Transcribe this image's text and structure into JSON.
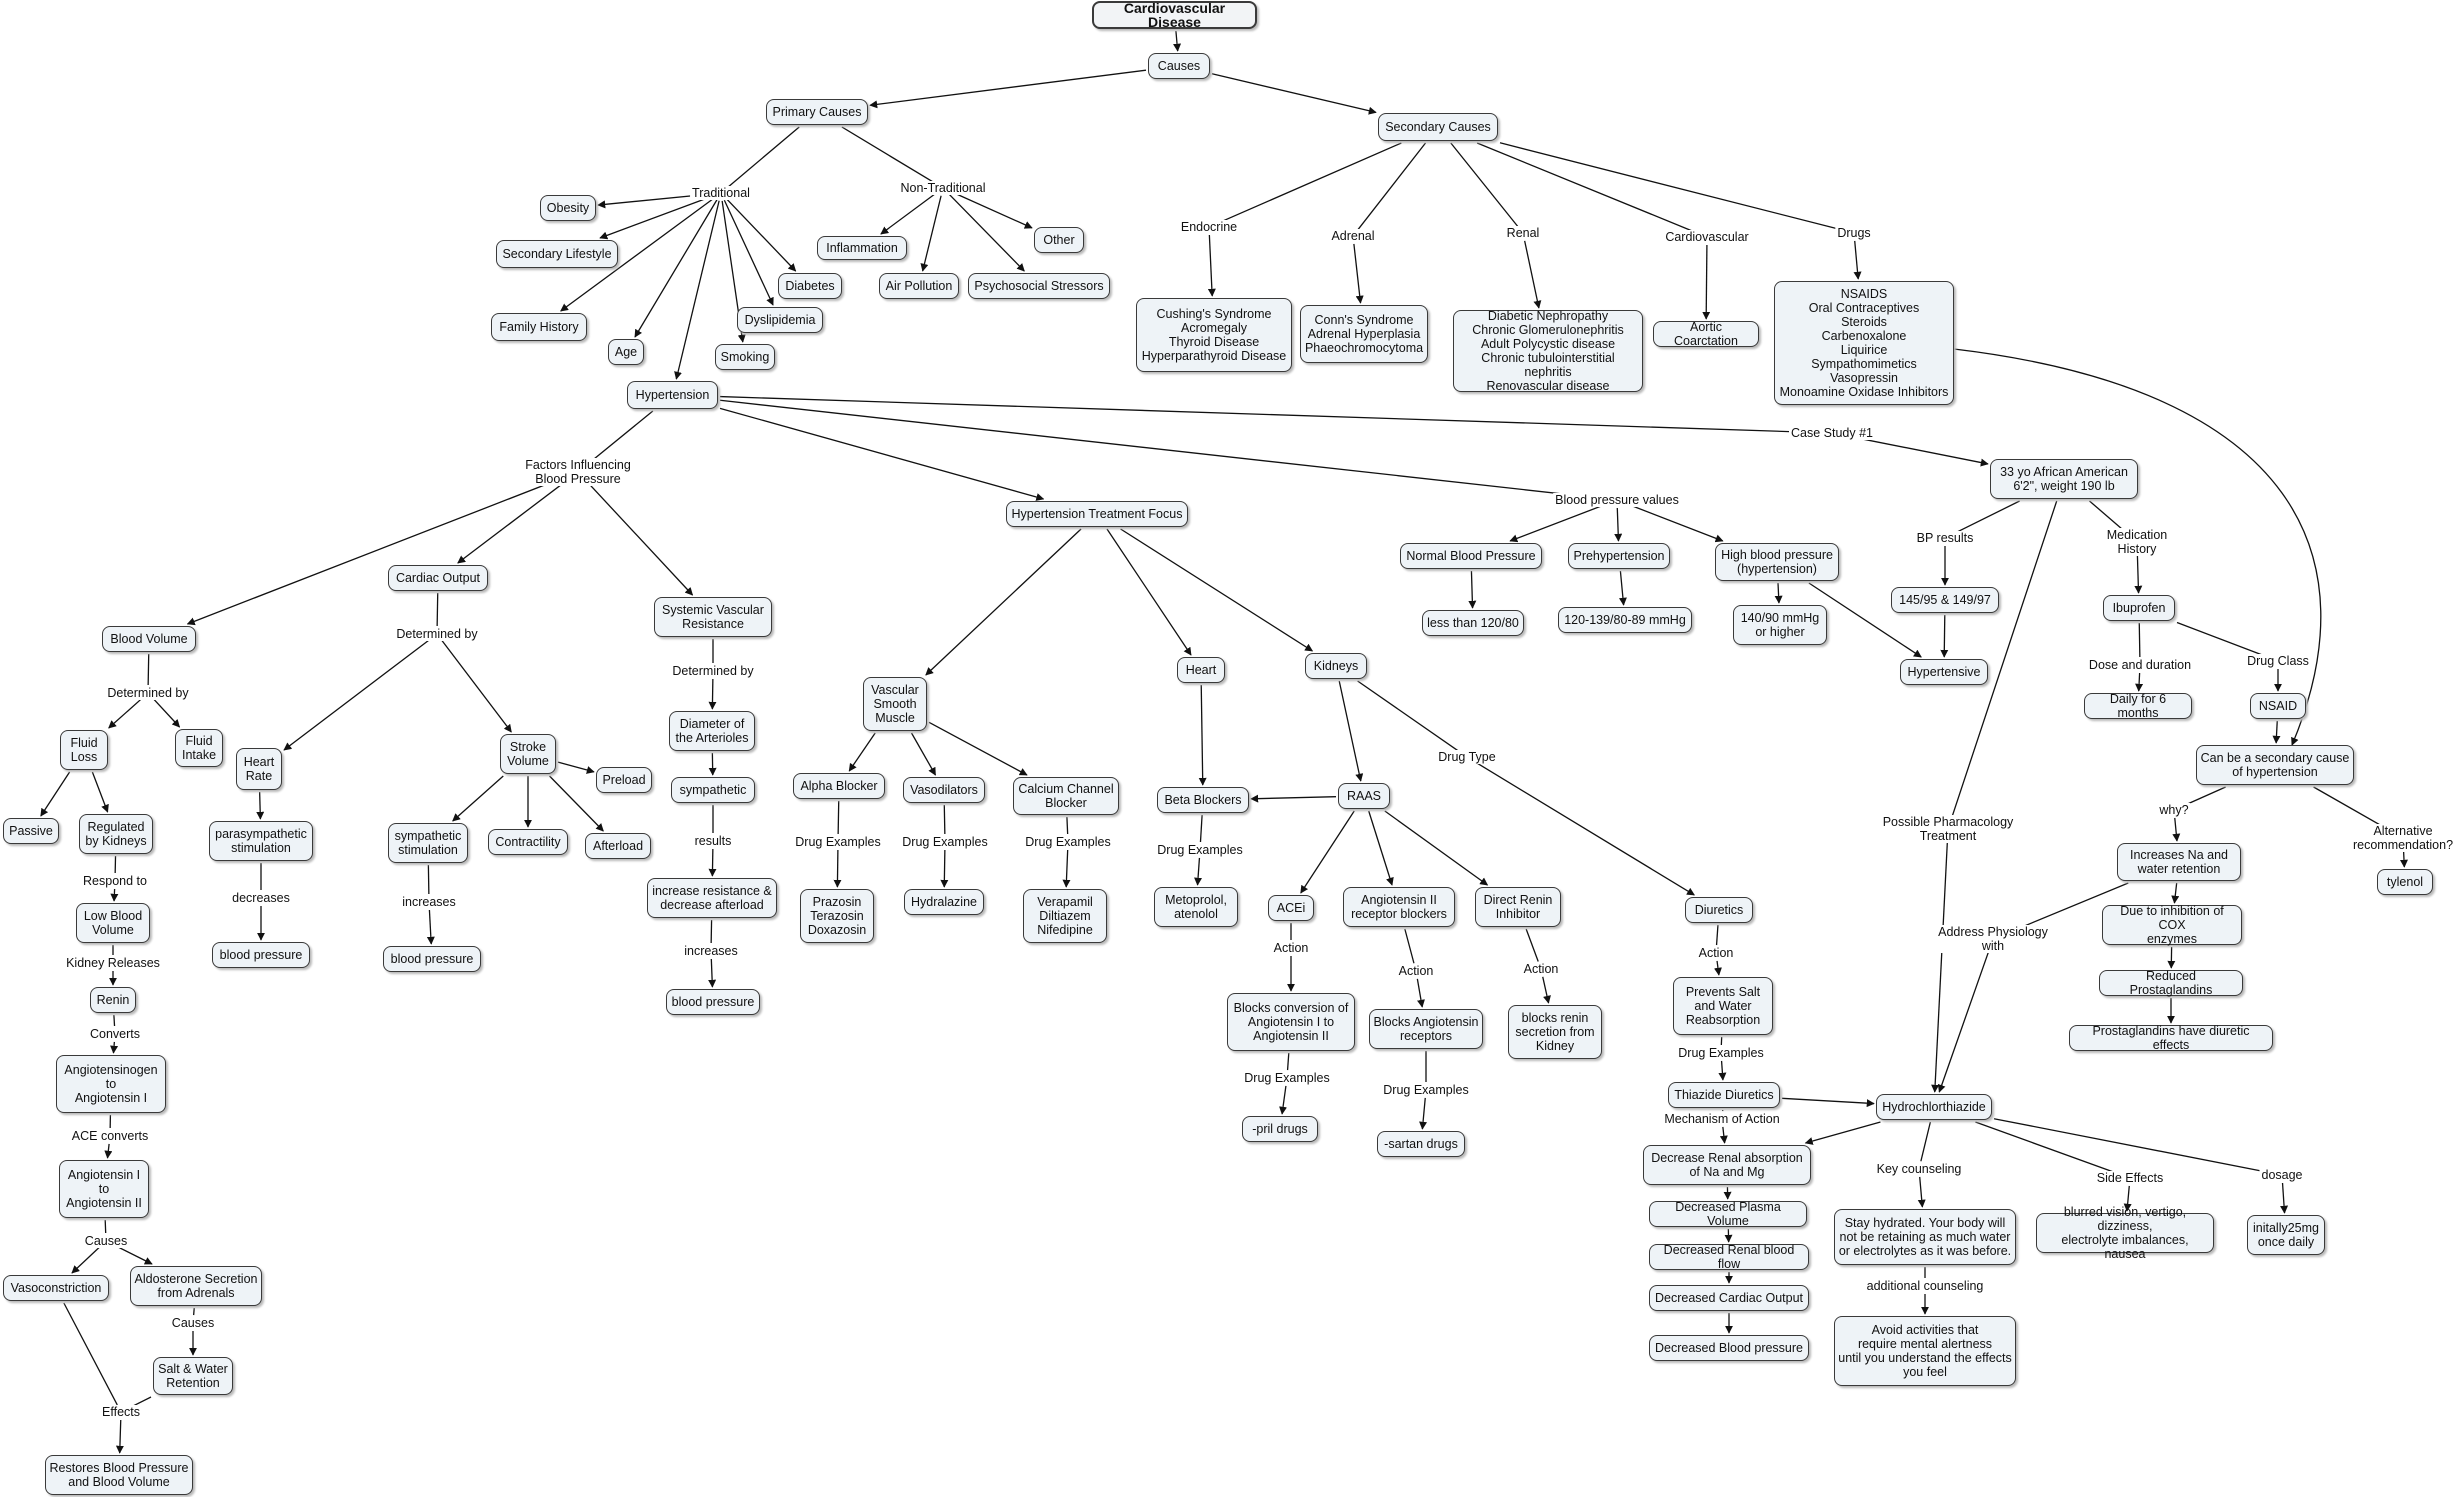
{
  "map_title": "Cardiovascular Disease",
  "concepts": {
    "root": "Cardiovascular Disease",
    "causes": "Causes",
    "primary": "Primary Causes",
    "secondary": "Secondary Causes",
    "obesity": "Obesity",
    "sedentary": "Secondary Lifestyle",
    "family": "Family History",
    "age": "Age",
    "smoking": "Smoking",
    "diabetes": "Diabetes",
    "dyslipidemia": "Dyslipidemia",
    "inflammation": "Inflammation",
    "airpollution": "Air Pollution",
    "psychosocial": "Psychosocial Stressors",
    "other": "Other",
    "cushings": "Cushing's Syndrome\nAcromegaly\nThyroid Disease\nHyperparathyroid Disease",
    "conns": "Conn's Syndrome\nAdrenal Hyperplasia\nPhaeochromocytoma",
    "renaldx": "Diabetic Nephropathy\nChronic Glomerulonephritis\nAdult Polycystic disease\nChronic tubulointerstitial nephritis\nRenovascular disease",
    "aortic": "Aortic Coarctation",
    "nsaids": "NSAIDS\nOral Contraceptives\nSteroids\nCarbenoxalone\nLiquirice\nSympathomimetics\nVasopressin\nMonoamine Oxidase Inhibitors",
    "hypertension": "Hypertension",
    "bloodvolume": "Blood Volume",
    "cardiacoutput": "Cardiac Output",
    "svr": "Systemic Vascular\nResistance",
    "htfocus": "Hypertension Treatment Focus",
    "normalbp": "Normal Blood Pressure",
    "prehtn": "Prehypertension",
    "highbp": "High blood pressure\n(hypertension)",
    "lt120": "less than 120/80",
    "range120": "120-139/80-89 mmHg",
    "gt140": "140/90 mmHg\nor higher",
    "patient": "33 yo African American\n6'2\", weight 190 lb",
    "bpres": "145/95 & 149/97",
    "hypertensive": "Hypertensive",
    "ibuprofen": "Ibuprofen",
    "daily6": "Daily for 6 months",
    "nsaid": "NSAID",
    "secondarycause": "Can be a secondary cause\nof hypertension",
    "tylenol": "tylenol",
    "increasesna": "Increases Na and\nwater retention",
    "cox": "Due to inhibition of COX\nenzymes",
    "reducedpg": "Reduced Prostaglandins",
    "pgdiuretic": "Prostaglandins have diuretic effects",
    "fluidloss": "Fluid\nLoss",
    "fluidintake": "Fluid\nIntake",
    "passive": "Passive",
    "regulated": "Regulated\nby Kidneys",
    "lowbv": "Low Blood\nVolume",
    "renin": "Renin",
    "angiotensinogen": "Angiotensinogen\nto\nAngiotensin I",
    "ang1to2": "Angiotensin I\nto\nAngiotensin II",
    "vasoconstriction": "Vasoconstriction",
    "aldosterone": "Aldosterone Secretion\nfrom Adrenals",
    "saltwater": "Salt & Water\nRetention",
    "restores": "Restores Blood Pressure\nand Blood Volume",
    "heartrate": "Heart\nRate",
    "strokevol": "Stroke\nVolume",
    "preload": "Preload",
    "parasym": "parasympathetic\nstimulation",
    "bp1": "blood pressure",
    "symstim": "sympathetic\nstimulation",
    "contractility": "Contractility",
    "afterload": "Afterload",
    "bp2": "blood pressure",
    "diameter": "Diameter of\nthe Arterioles",
    "sympathetic": "sympathetic",
    "incresist": "increase resistance &\ndecrease afterload",
    "bp3": "blood pressure",
    "vsm": "Vascular\nSmooth\nMuscle",
    "heart": "Heart",
    "kidneys": "Kidneys",
    "alpha": "Alpha Blocker",
    "vasodilators": "Vasodilators",
    "ccb": "Calcium Channel\nBlocker",
    "prazosin": "Prazosin\nTerazosin\nDoxazosin",
    "hydralazine": "Hydralazine",
    "verapamil": "Verapamil\nDiltiazem\nNifedipine",
    "beta": "Beta Blockers",
    "raas": "RAAS",
    "metoprolol": "Metoprolol,\natenolol",
    "acei": "ACEi",
    "arb": "Angiotensin II\nreceptor blockers",
    "dri": "Direct Renin\nInhibitor",
    "blocksconv": "Blocks conversion of\nAngiotensin I to\nAngiotensin II",
    "blocksrec": "Blocks Angiotensin\nreceptors",
    "blocksrenin": "blocks renin\nsecretion from\nKidney",
    "pril": "-pril drugs",
    "sartan": "-sartan drugs",
    "diuretics": "Diuretics",
    "prevents": "Prevents Salt\nand Water\nReabsorption",
    "thiazide": "Thiazide Diuretics",
    "hctz": "Hydrochlorthiazide",
    "decrenal": "Decrease Renal absorption\nof Na and Mg",
    "decplasma": "Decreased Plasma Volume",
    "decrbf": "Decreased Renal blood flow",
    "decco": "Decreased Cardiac Output",
    "decbp": "Decreased Blood pressure",
    "stayhyd": "Stay hydrated. Your body will\nnot be retaining as much water\nor electrolytes as it was before.",
    "avoid": "Avoid activities that\nrequire mental alertness\nuntil you understand the effects\nyou feel",
    "sideeffects": "blurred vision, vertigo, dizziness,\nelectrolyte imbalances, nausea",
    "dosage": "initally25mg\nonce daily"
  },
  "linking_phrases": {
    "traditional": "Traditional",
    "nontraditional": "Non-Traditional",
    "endocrine": "Endocrine",
    "adrenal": "Adrenal",
    "renal": "Renal",
    "cardiovascular": "Cardiovascular",
    "drugs": "Drugs",
    "factors": "Factors Influencing\nBlood Pressure",
    "bpvalues": "Blood pressure values",
    "casestudy": "Case Study #1",
    "bpresults": "BP results",
    "medhistory": "Medication\nHistory",
    "dose": "Dose and duration",
    "drugclass": "Drug Class",
    "why": "why?",
    "altrec": "Alternative recommendation?",
    "possible": "Possible Pharmacology\nTreatment",
    "addressphys": "Address Physiology\nwith",
    "detby1": "Determined by",
    "respond": "Respond to",
    "kidneyrel": "Kidney Releases",
    "converts": "Converts",
    "aceconv": "ACE converts",
    "causes1": "Causes",
    "causes2": "Causes",
    "effects": "Effects",
    "detby2": "Determined by",
    "decreases": "decreases",
    "increases1": "increases",
    "detby3": "Determined by",
    "results": "results",
    "increases2": "increases",
    "drugex1": "Drug Examples",
    "drugex2": "Drug Examples",
    "drugex3": "Drug Examples",
    "drugex4": "Drug Examples",
    "drugtype": "Drug Type",
    "action1": "Action",
    "action2": "Action",
    "action3": "Action",
    "drugex5": "Drug Examples",
    "drugex6": "Drug Examples",
    "action4": "Action",
    "drugex7": "Drug Examples",
    "mechanism": "Mechanism of Action",
    "keycouns": "Key counseling",
    "addcouns": "additional counseling",
    "sideeff": "Side Effects",
    "dosagelbl": "dosage"
  }
}
